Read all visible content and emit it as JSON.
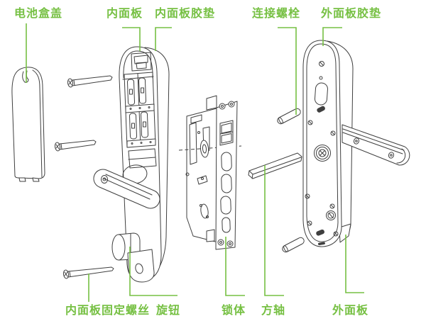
{
  "colors": {
    "accent-green": "#76c043",
    "line": "#3f3f3f",
    "background": "#ffffff"
  },
  "labels": {
    "battery_cover": "电池盒盖",
    "inner_panel": "内面板",
    "inner_panel_pad": "内面板胶垫",
    "connecting_bolt": "连接螺栓",
    "outer_panel_pad": "外面板胶垫",
    "inner_panel_screw": "内面板固定螺丝",
    "knob": "旋钮",
    "lock_body": "锁体",
    "square_shaft": "方轴",
    "outer_panel": "外面板"
  }
}
